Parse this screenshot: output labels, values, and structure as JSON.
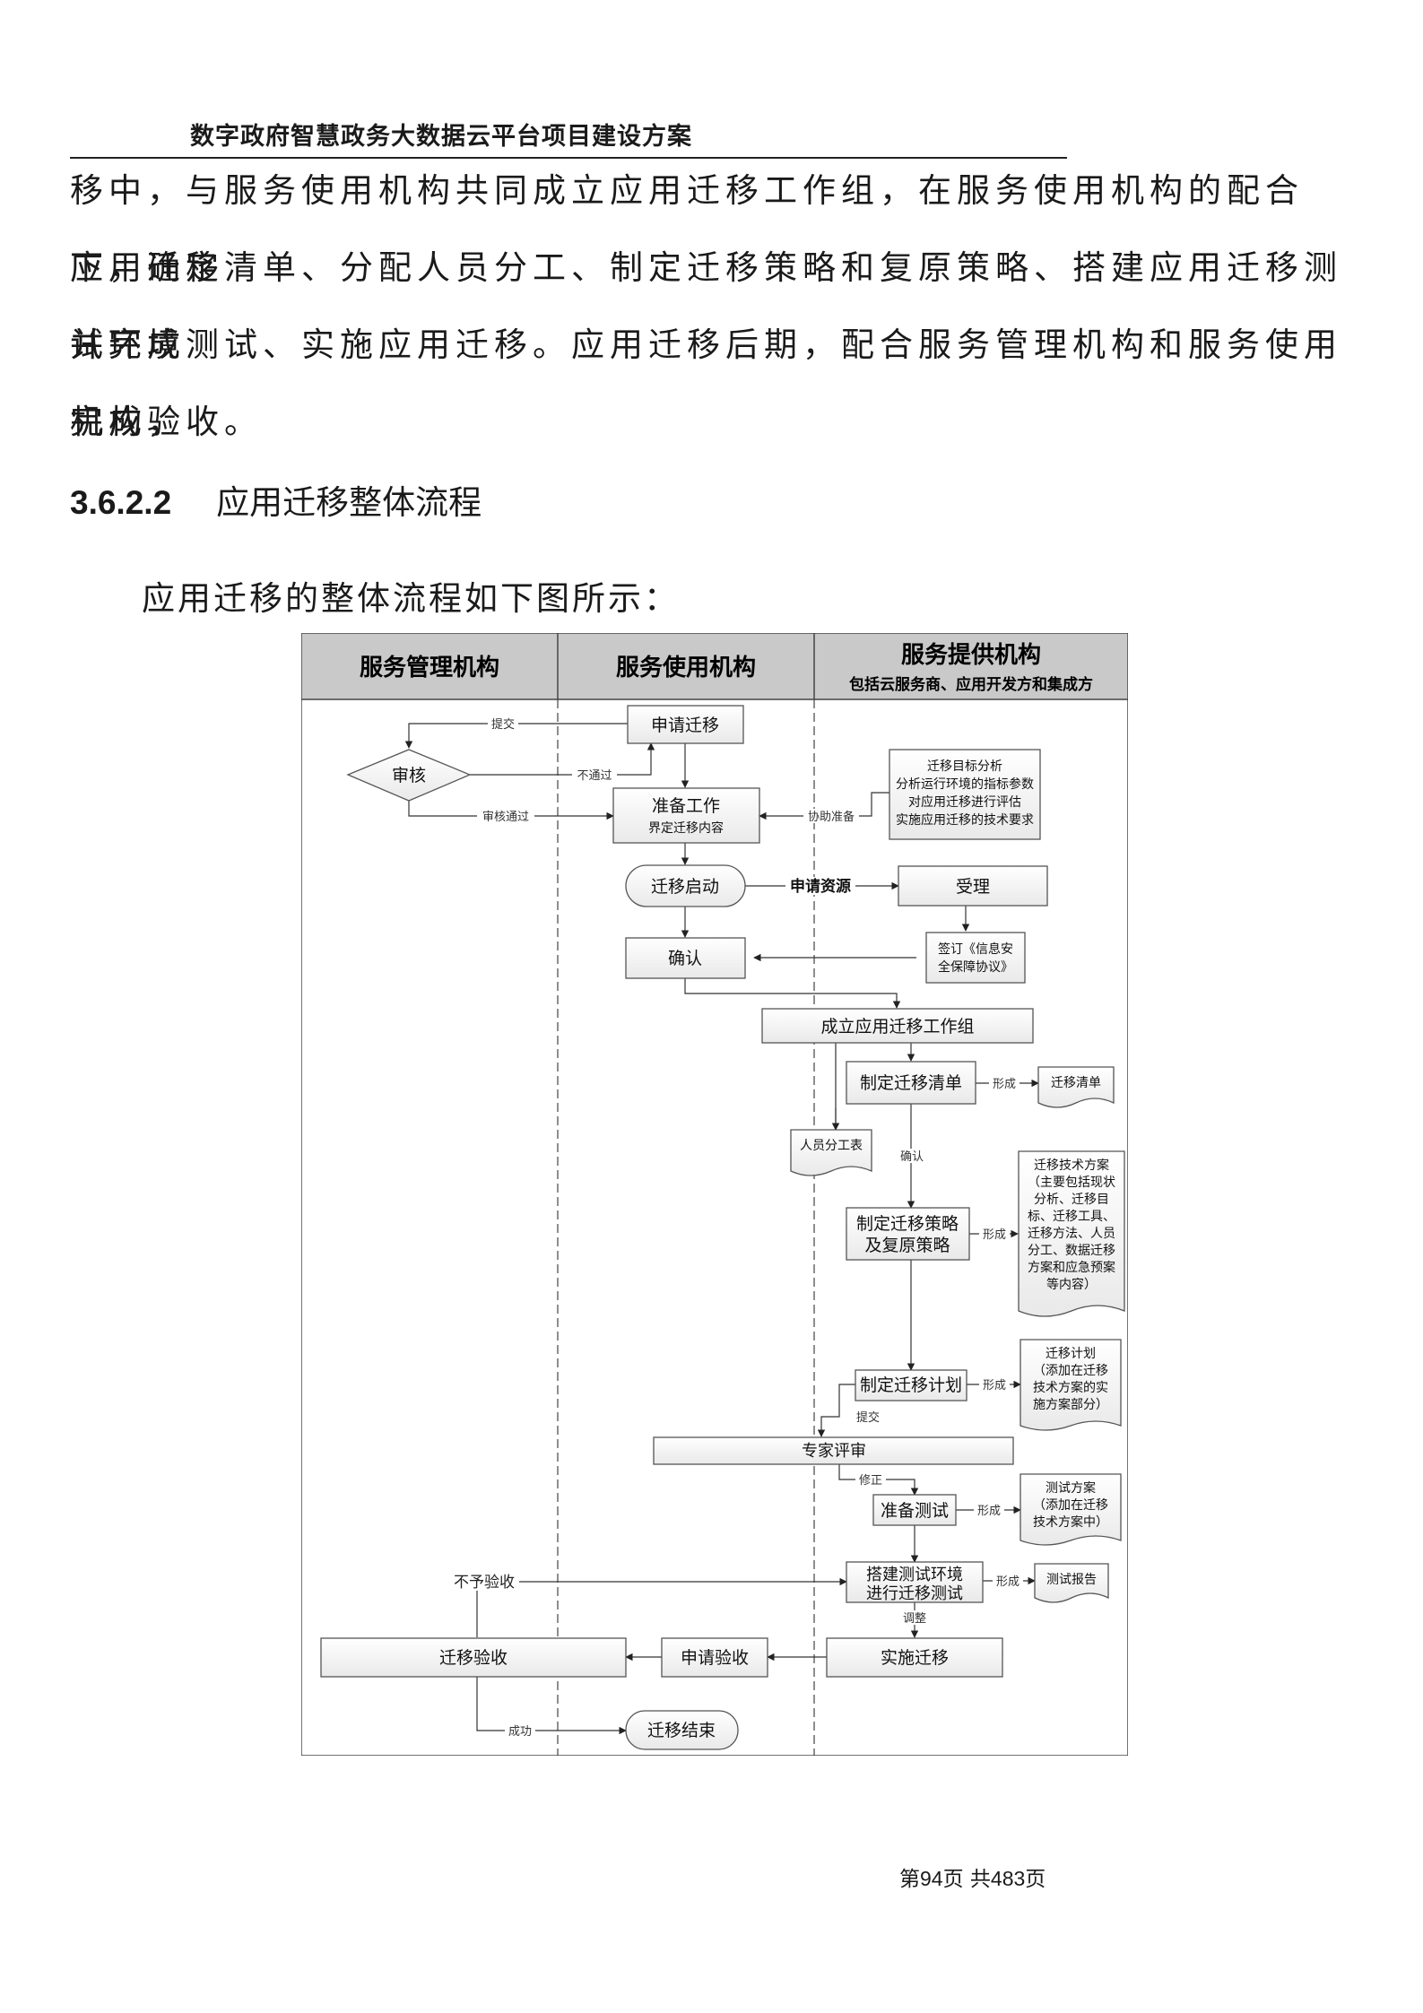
{
  "header": {
    "title": "数字政府智慧政务大数据云平台项目建设方案"
  },
  "paragraph": {
    "lines": [
      "移中，与服务使用机构共同成立应用迁移工作组，在服务使用机构的配合下，确定",
      "应用迁移清单、分配人员分工、制定迁移策略和复原策略、搭建应用迁移测试环境",
      "并完成测试、实施应用迁移。应用迁移后期，配合服务管理机构和服务使用机构，",
      "完成验收。"
    ]
  },
  "section": {
    "number": "3.6.2.2",
    "title": "应用迁移整体流程"
  },
  "intro": "应用迁移的整体流程如下图所示：",
  "flowchart": {
    "lanes": {
      "management": "服务管理机构",
      "user": "服务使用机构",
      "provider": "服务提供机构",
      "provider_sub": "包括云服务商、应用开发方和集成方"
    },
    "nodes": {
      "apply_migration": "申请迁移",
      "review": "审核",
      "prep_work": "准备工作",
      "prep_work_sub": "界定迁移内容",
      "analysis": [
        "迁移目标分析",
        "分析运行环境的指标参数",
        "对应用迁移进行评估",
        "实施应用迁移的技术要求"
      ],
      "migration_start": "迁移启动",
      "accept": "受理",
      "security_agreement": [
        "签订《信息安",
        "全保障协议》"
      ],
      "confirm": "确认",
      "form_group": "成立应用迁移工作组",
      "make_list": "制定迁移清单",
      "list_doc": "迁移清单",
      "staff_doc": "人员分工表",
      "strategy": [
        "制定迁移策略",
        "及复原策略"
      ],
      "tech_plan_doc": [
        "迁移技术方案",
        "（主要包括现状",
        "分析、迁移目",
        "标、迁移工具、",
        "迁移方法、人员",
        "分工、数据迁移",
        "方案和应急预案",
        "等内容）"
      ],
      "make_plan": "制定迁移计划",
      "plan_doc": [
        "迁移计划",
        "（添加在迁移",
        "技术方案的实",
        "施方案部分）"
      ],
      "expert_review": "专家评审",
      "prep_test": "准备测试",
      "test_plan_doc": [
        "测试方案",
        "（添加在迁移",
        "技术方案中）"
      ],
      "build_test": [
        "搭建测试环境",
        "进行迁移测试"
      ],
      "test_report_doc": "测试报告",
      "implement": "实施迁移",
      "apply_acceptance": "申请验收",
      "acceptance": "迁移验收",
      "migration_end": "迁移结束"
    },
    "edge_labels": {
      "submit": "提交",
      "not_passed": "不通过",
      "review_passed": "审核通过",
      "assist_prep": "协助准备",
      "apply_resource": "申请资源",
      "form_1": "形成",
      "confirm_edge": "确认",
      "form_2": "形成",
      "form_3": "形成",
      "submit_2": "提交",
      "revise": "修正",
      "form_4": "形成",
      "form_5": "形成",
      "adjust": "调整",
      "not_accepted": "不予验收",
      "success": "成功"
    }
  },
  "footer": {
    "page_prefix": "第",
    "page": "94",
    "page_mid": "页  共",
    "total": "483",
    "page_suffix": "页"
  }
}
